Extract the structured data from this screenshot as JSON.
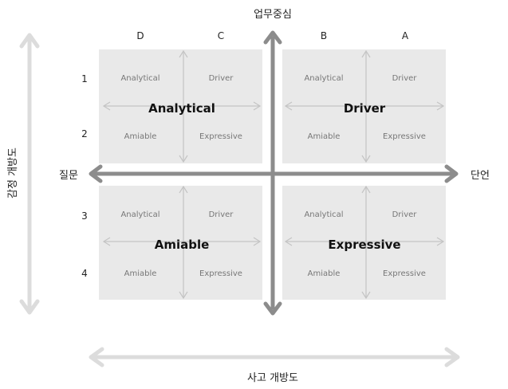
{
  "top_axis_label": "업무중심",
  "bottom_axis_label": "사고 개방도",
  "left_axis_label": "질문",
  "right_axis_label": "단언",
  "vertical_axis_label": "감정 개방도",
  "columns": [
    "D",
    "C",
    "B",
    "A"
  ],
  "rows": [
    "1",
    "2",
    "3",
    "4"
  ],
  "quadrants": [
    {
      "title": "Analytical",
      "sub": [
        "Analytical",
        "Driver",
        "Amiable",
        "Expressive"
      ]
    },
    {
      "title": "Driver",
      "sub": [
        "Analytical",
        "Driver",
        "Amiable",
        "Expressive"
      ]
    },
    {
      "title": "Amiable",
      "sub": [
        "Analytical",
        "Driver",
        "Amiable",
        "Expressive"
      ]
    },
    {
      "title": "Expressive",
      "sub": [
        "Analytical",
        "Driver",
        "Amiable",
        "Expressive"
      ]
    }
  ],
  "colors": {
    "quadrant_bg": "#e9e9e9",
    "main_axis": "#8c8c8c",
    "outer_axis": "#dcdcdc",
    "inner_arrow": "#c4c4c4"
  }
}
